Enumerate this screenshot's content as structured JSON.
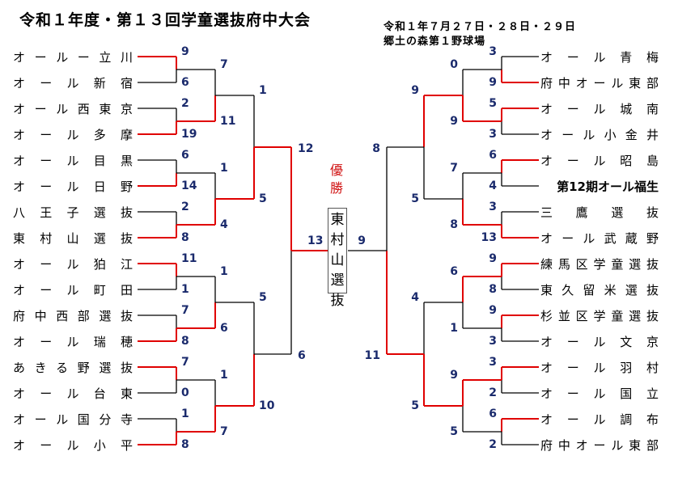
{
  "title": "令和１年度・第１３回学童選抜府中大会",
  "info": {
    "date": "令和１年７月２７日・２８日・２９日",
    "venue": "郷土の森第１野球場"
  },
  "champion": {
    "label": "優勝",
    "team": "東村山選抜"
  },
  "colors": {
    "winner": "#e00000",
    "loser": "#000000",
    "score": "#1a2a6c"
  },
  "left_teams": [
    {
      "name": "オールー立川",
      "score": "9"
    },
    {
      "name": "オール新宿",
      "score": "6"
    },
    {
      "name": "オール西東京",
      "score": "2"
    },
    {
      "name": "オール多摩",
      "score": "19"
    },
    {
      "name": "オール目黒",
      "score": "6"
    },
    {
      "name": "オール日野",
      "score": "14"
    },
    {
      "name": "八王子選抜",
      "score": "2"
    },
    {
      "name": "東村山選抜",
      "score": "8"
    },
    {
      "name": "オール狛江",
      "score": "11"
    },
    {
      "name": "オール町田",
      "score": "1"
    },
    {
      "name": "府中西部選抜",
      "score": "7"
    },
    {
      "name": "オール瑞穂",
      "score": "8"
    },
    {
      "name": "あきる野選抜",
      "score": "7"
    },
    {
      "name": "オール台東",
      "score": "0"
    },
    {
      "name": "オール国分寺",
      "score": "1"
    },
    {
      "name": "オール小平",
      "score": "8"
    }
  ],
  "left_r2_scores": [
    "7",
    "11",
    "1",
    "4",
    "1",
    "6",
    "1",
    "7"
  ],
  "left_r3_scores": [
    "1",
    "5",
    "5",
    "10"
  ],
  "left_r4_scores": [
    "12",
    "6"
  ],
  "right_teams": [
    {
      "name": "オール青梅",
      "score": "3"
    },
    {
      "name": "府中オール東部",
      "score": "9"
    },
    {
      "name": "オール城南",
      "score": "5"
    },
    {
      "name": "オール小金井",
      "score": "3"
    },
    {
      "name": "オール昭島",
      "score": "6"
    },
    {
      "name": "第12期オール福生",
      "score": "4"
    },
    {
      "name": "三鷹選抜",
      "score": "3"
    },
    {
      "name": "オール武蔵野",
      "score": "13"
    },
    {
      "name": "練馬区学童選抜",
      "score": "9"
    },
    {
      "name": "東久留米選抜",
      "score": "8"
    },
    {
      "name": "杉並区学童選抜",
      "score": "9"
    },
    {
      "name": "オール文京",
      "score": "3"
    },
    {
      "name": "オール羽村",
      "score": "3"
    },
    {
      "name": "オール国立",
      "score": "2"
    },
    {
      "name": "オール調布",
      "score": "6"
    },
    {
      "name": "府中オール東部",
      "score": "2"
    }
  ],
  "right_r2_scores": [
    "0",
    "9",
    "7",
    "8",
    "6",
    "1",
    "9",
    "5"
  ],
  "right_r3_scores": [
    "9",
    "5",
    "4",
    "5"
  ],
  "right_r4_scores": [
    "8",
    "11"
  ],
  "final_scores": {
    "left": "13",
    "right": "9"
  }
}
